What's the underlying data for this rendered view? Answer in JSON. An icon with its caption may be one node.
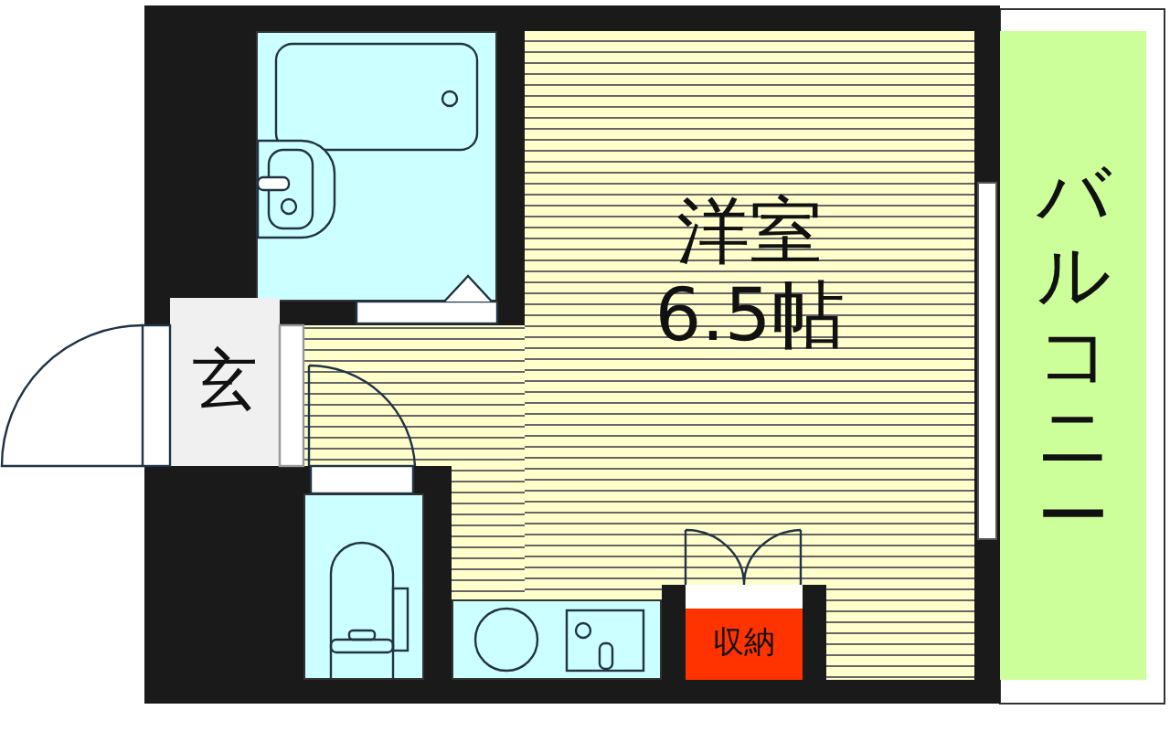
{
  "diagram": {
    "nodes": [
      {
        "text": [],
        "shape": "box"
      },
      {
        "text": [
          "洋室",
          "6.5帖"
        ]
      },
      {
        "text": [
          "玄"
        ]
      },
      {
        "text": [],
        "shape": "box"
      },
      {
        "text": [],
        "shape": "box"
      },
      {
        "text": [
          "収納"
        ],
        "in": 1
      },
      {
        "text": [
          "バルコニー"
        ]
      }
    ]
  }
}
